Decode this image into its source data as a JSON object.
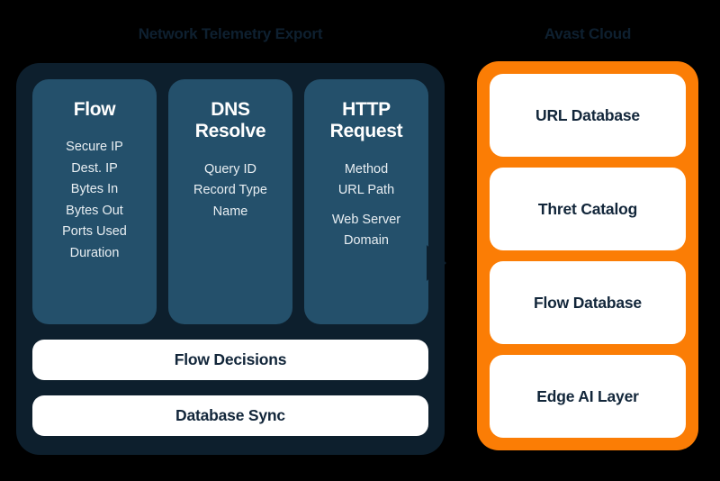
{
  "diagram": {
    "background_color": "#000000",
    "left": {
      "title": "Network Telemetry Export",
      "panel_color": "#0d1f2d",
      "card_color": "#24506b",
      "cards": [
        {
          "title": "Flow",
          "items": [
            "Secure IP",
            "Dest. IP",
            "Bytes In",
            "Bytes Out",
            "Ports Used",
            "Duration"
          ]
        },
        {
          "title": "DNS Resolve",
          "title_line1": "DNS",
          "title_line2": "Resolve",
          "items": [
            "Query ID",
            "Record Type",
            "Name"
          ]
        },
        {
          "title": "HTTP Request",
          "title_line1": "HTTP",
          "title_line2": "Request",
          "items": [
            "Method",
            "URL Path",
            "Web Server Domain"
          ]
        }
      ],
      "bars": [
        "Flow Decisions",
        "Database Sync"
      ]
    },
    "connector": {
      "type": "arrow-right",
      "color": "#0d1f2d"
    },
    "right": {
      "title": "Avast Cloud",
      "panel_color": "#fb7d05",
      "pill_color": "#ffffff",
      "pills": [
        "URL Database",
        "Thret Catalog",
        "Flow Database",
        "Edge AI Layer"
      ]
    }
  }
}
